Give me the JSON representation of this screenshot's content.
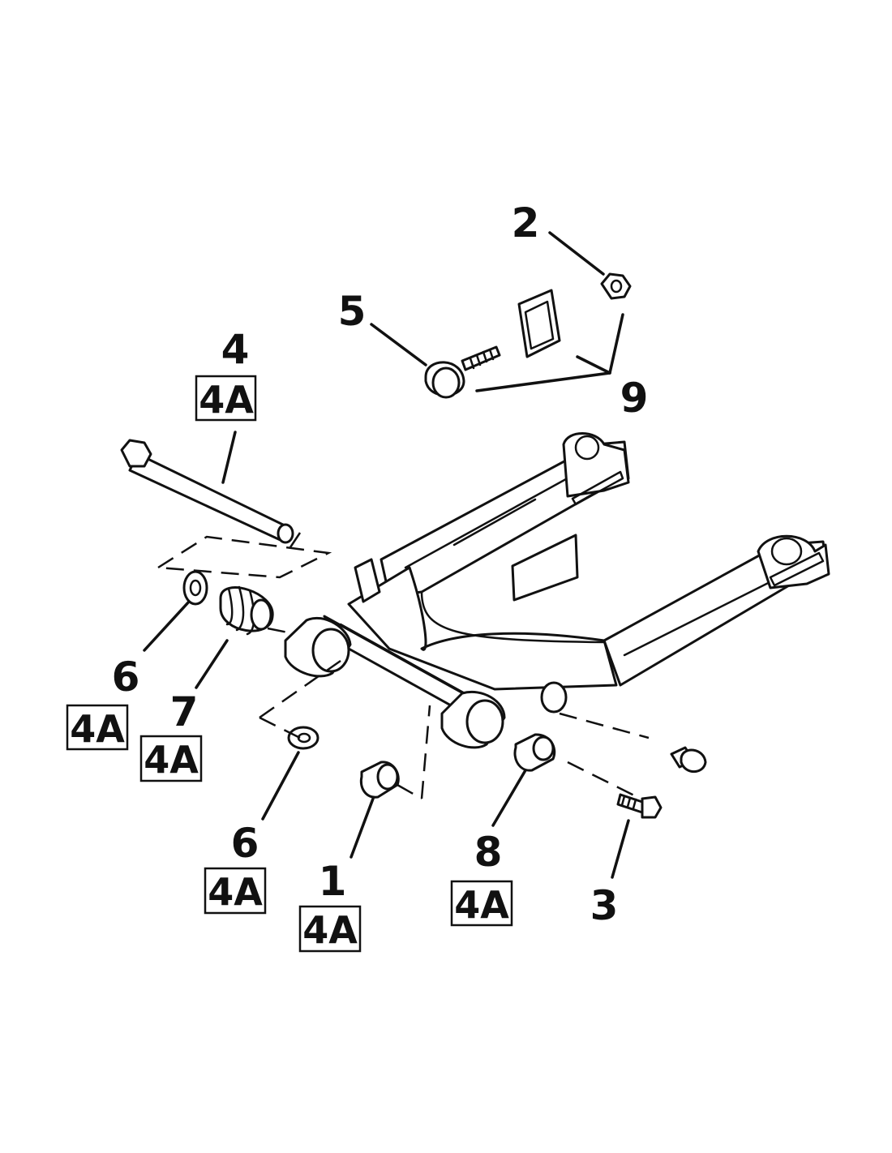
{
  "callouts": [
    {
      "id": "2",
      "label": "2"
    },
    {
      "id": "5",
      "label": "5"
    },
    {
      "id": "4",
      "label": "4",
      "ref": "4A"
    },
    {
      "id": "9",
      "label": "9"
    },
    {
      "id": "6a",
      "label": "6",
      "ref": "4A"
    },
    {
      "id": "7",
      "label": "7",
      "ref": "4A"
    },
    {
      "id": "6b",
      "label": "6",
      "ref": "4A"
    },
    {
      "id": "1",
      "label": "1",
      "ref": "4A"
    },
    {
      "id": "8",
      "label": "8",
      "ref": "4A"
    },
    {
      "id": "3",
      "label": "3"
    }
  ]
}
